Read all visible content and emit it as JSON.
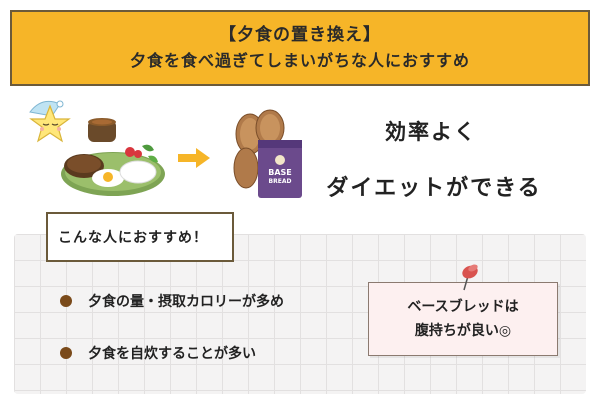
{
  "header": {
    "title": "【夕食の置き換え】",
    "subtitle": "夕食を食べ過ぎてしまいがちな人におすすめ"
  },
  "illustration": {
    "bread_package_label": "BASE",
    "bread_package_sub": "BREAD",
    "catch_line1": "効率よく",
    "catch_line2": "ダイエットができる"
  },
  "recommend": {
    "tag": "こんな人におすすめ！",
    "items": [
      "夕食の量・摂取カロリーが多め",
      "夕食を自炊することが多い"
    ]
  },
  "note": {
    "line1": "ベースブレッドは",
    "line2": "腹持ちが良い◎"
  },
  "colors": {
    "header_bg": "#f6b528",
    "border": "#6b5a3a",
    "bullet": "#7a4a1a",
    "note_bg": "#fdf0f0",
    "arrow": "#f6b528",
    "pin": "#d9534f"
  }
}
